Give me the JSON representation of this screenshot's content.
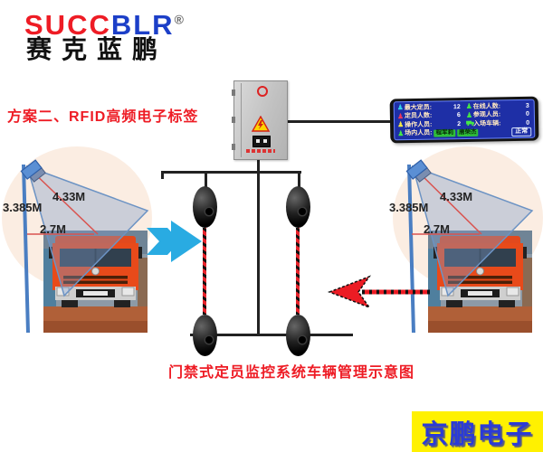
{
  "brand": {
    "latin_red": "SUCC",
    "latin_blue": "BLR",
    "registered_mark": "®",
    "chinese_name": "赛克蓝鹏"
  },
  "scheme_title": "方案二、RFID高频电子标签",
  "diagram_caption": "门禁式定员监控系统车辆管理示意图",
  "footer_brand": "京鹏电子",
  "measurements": {
    "diagonal_range": "4.33M",
    "pole_height": "3.385M",
    "horizontal_range": "2.7M"
  },
  "led_display": {
    "rows_left": [
      {
        "icon": "person-icon",
        "label": "最大定员:",
        "value": "12"
      },
      {
        "icon": "person-icon",
        "label": "定员人数:",
        "value": "6"
      },
      {
        "icon": "person-icon",
        "label": "操作人员:",
        "value": "2"
      },
      {
        "icon": "person-icon",
        "label": "场内人员:",
        "value": ""
      }
    ],
    "rows_right": [
      {
        "icon": "person-icon",
        "label": "在线人数:",
        "value": "3"
      },
      {
        "icon": "person-icon",
        "label": "参观人员:",
        "value": "0"
      },
      {
        "icon": "truck-icon",
        "label": "入场车辆:",
        "value": "0"
      }
    ],
    "present_names": [
      "程军莉",
      "唐荣杰"
    ],
    "status": "正常"
  },
  "colors": {
    "accent_red": "#EE1C25",
    "arrow_in_cyan": "#29ABE2",
    "arrow_out_red": "#EC1C24",
    "screen_blue": "#1E2FA6",
    "footer_yellow": "#FFF100",
    "footer_text_blue": "#2B3BD6",
    "pole_blue": "#4a7ec2",
    "cone_fill": "rgba(125,155,200,0.38)"
  }
}
